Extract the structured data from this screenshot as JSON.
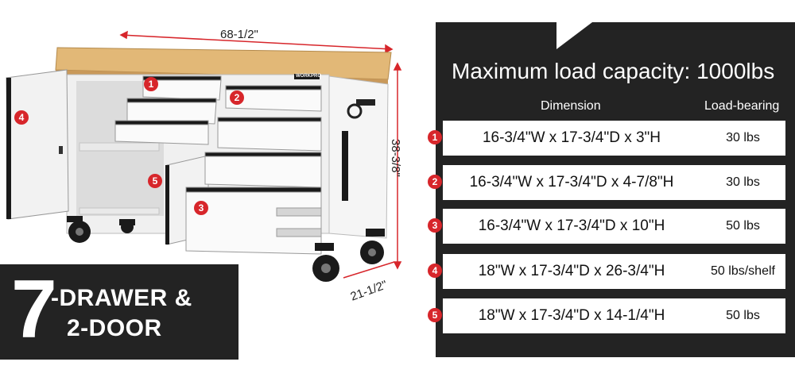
{
  "dimensions": {
    "width": "68-1/2\"",
    "height": "38-3/8\"",
    "depth": "21-1/2\""
  },
  "brand_label": "WORKPRO",
  "badge": {
    "number": "7",
    "line1": "-DRAWER &",
    "line2": "2-DOOR"
  },
  "callouts": [
    "1",
    "2",
    "3",
    "4",
    "5"
  ],
  "spec_panel": {
    "title": "Maximum load capacity: 1000lbs",
    "col_dimension": "Dimension",
    "col_load": "Load-bearing",
    "rows": [
      {
        "num": "1",
        "dimension": "16-3/4\"W x 17-3/4\"D x 3\"H",
        "load": "30 lbs"
      },
      {
        "num": "2",
        "dimension": "16-3/4\"W x 17-3/4\"D x 4-7/8\"H",
        "load": "30 lbs"
      },
      {
        "num": "3",
        "dimension": "16-3/4\"W x 17-3/4\"D x 10\"H",
        "load": "50 lbs"
      },
      {
        "num": "4",
        "dimension": "18\"W x 17-3/4\"D x 26-3/4\"H",
        "load": "50 lbs/shelf"
      },
      {
        "num": "5",
        "dimension": "18\"W x 17-3/4\"D x 14-1/4\"H",
        "load": "50 lbs"
      }
    ]
  },
  "colors": {
    "accent": "#d7262b",
    "panel": "#232323",
    "cabinet": "#f2f2f2",
    "top": "#e2b877"
  }
}
